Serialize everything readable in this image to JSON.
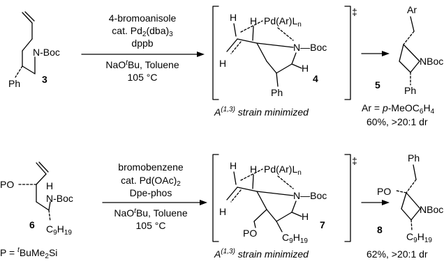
{
  "scheme1": {
    "sm_boc": "N-Boc",
    "sm_ph": "Ph",
    "sm_num": "3",
    "cond_line1": "4-bromoanisole",
    "cond_line2_pre": "cat. Pd",
    "cond_line2_sub1": "2",
    "cond_line2_mid": "(dba)",
    "cond_line2_sub2": "3",
    "cond_line3": "dppb",
    "cond_line4_pre": "NaO",
    "cond_line4_sup": "t",
    "cond_line4_post": "Bu, Toluene",
    "cond_line5": "105 °C",
    "ts_pd_pre": "Pd(Ar)L",
    "ts_pd_sub": "n",
    "ts_boc": "N—Boc",
    "ts_h_top1": "H",
    "ts_h_top2": "H",
    "ts_h_left": "H",
    "ts_h_right": "H",
    "ts_ph": "Ph",
    "ts_num": "4",
    "ts_dagger": "‡",
    "strain_A": "A",
    "strain_sup": "(1,3)",
    "strain_text": " strain minimized",
    "prod_ar": "Ar",
    "prod_boc": "NBoc",
    "prod_ph": "Ph",
    "prod_num": "5",
    "prod_note1_pre": "Ar = ",
    "prod_note1_ital": "p",
    "prod_note1_post1": "-MeOC",
    "prod_note1_sub1": "6",
    "prod_note1_post2": "H",
    "prod_note1_sub2": "4",
    "prod_note2": "60%, >20:1 dr"
  },
  "scheme2": {
    "sm_po": "PO",
    "sm_h": "H",
    "sm_boc": "N-Boc",
    "sm_num": "6",
    "sm_c9_pre": "C",
    "sm_c9_sub1": "9",
    "sm_c9_mid": "H",
    "sm_c9_sub2": "19",
    "p_def_pre": "P = ",
    "p_def_sup": "t",
    "p_def_mid": "BuMe",
    "p_def_sub": "2",
    "p_def_post": "Si",
    "cond_line1": "bromobenzene",
    "cond_line2_pre": "cat. Pd(OAc)",
    "cond_line2_sub": "2",
    "cond_line3": "Dpe-phos",
    "cond_line4_pre": "NaO",
    "cond_line4_sup": "t",
    "cond_line4_post": "Bu, Toluene",
    "cond_line5": "105 °C",
    "ts_pd_pre": "Pd(Ar)L",
    "ts_pd_sub": "n",
    "ts_boc": "N—Boc",
    "ts_h_top1": "H",
    "ts_h_top2": "H",
    "ts_h_left": "H",
    "ts_h_right": "H",
    "ts_po": "PO",
    "ts_c9_pre": "C",
    "ts_c9_sub1": "9",
    "ts_c9_mid": "H",
    "ts_c9_sub2": "19",
    "ts_num": "7",
    "ts_dagger": "‡",
    "strain_A": "A",
    "strain_sup": "(1,3)",
    "strain_text": " strain minimized",
    "prod_ph": "Ph",
    "prod_po": "PO",
    "prod_boc": "NBoc",
    "prod_c9_pre": "C",
    "prod_c9_sub1": "9",
    "prod_c9_mid": "H",
    "prod_c9_sub2": "19",
    "prod_num": "8",
    "prod_note": "62%, >20:1 dr"
  }
}
